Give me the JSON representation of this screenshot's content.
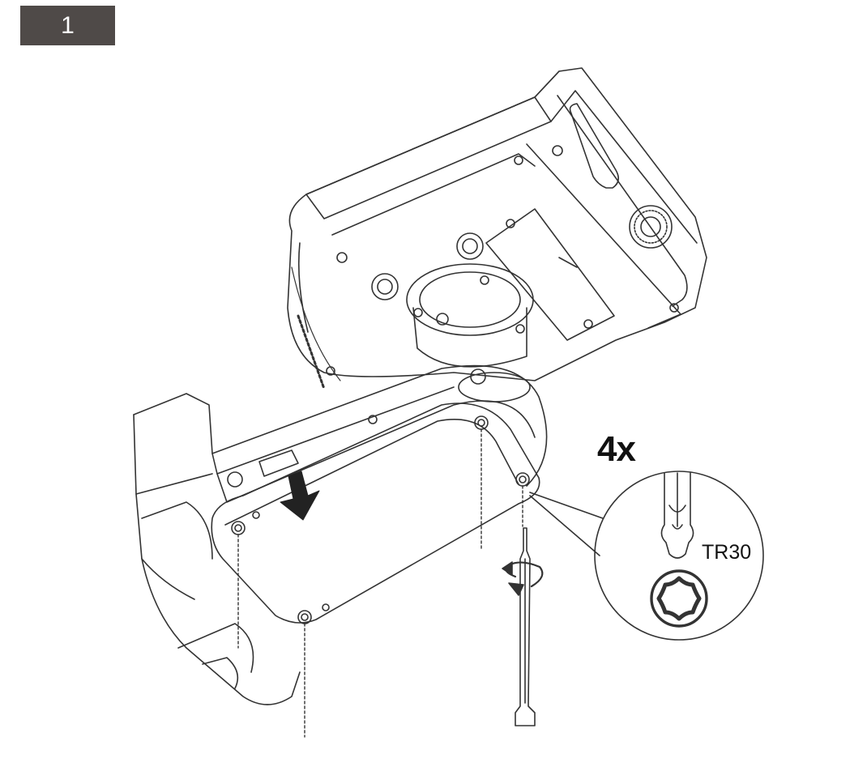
{
  "step": {
    "number": "1"
  },
  "callout": {
    "quantity": "4x",
    "tool": "TR30"
  },
  "colors": {
    "badge_bg": "#4f4a48",
    "line": "#333333",
    "background": "#ffffff"
  },
  "icons": [
    "down-arrow-icon",
    "rotate-arrow-icon",
    "torx-icon",
    "screwdriver-bit-icon"
  ]
}
